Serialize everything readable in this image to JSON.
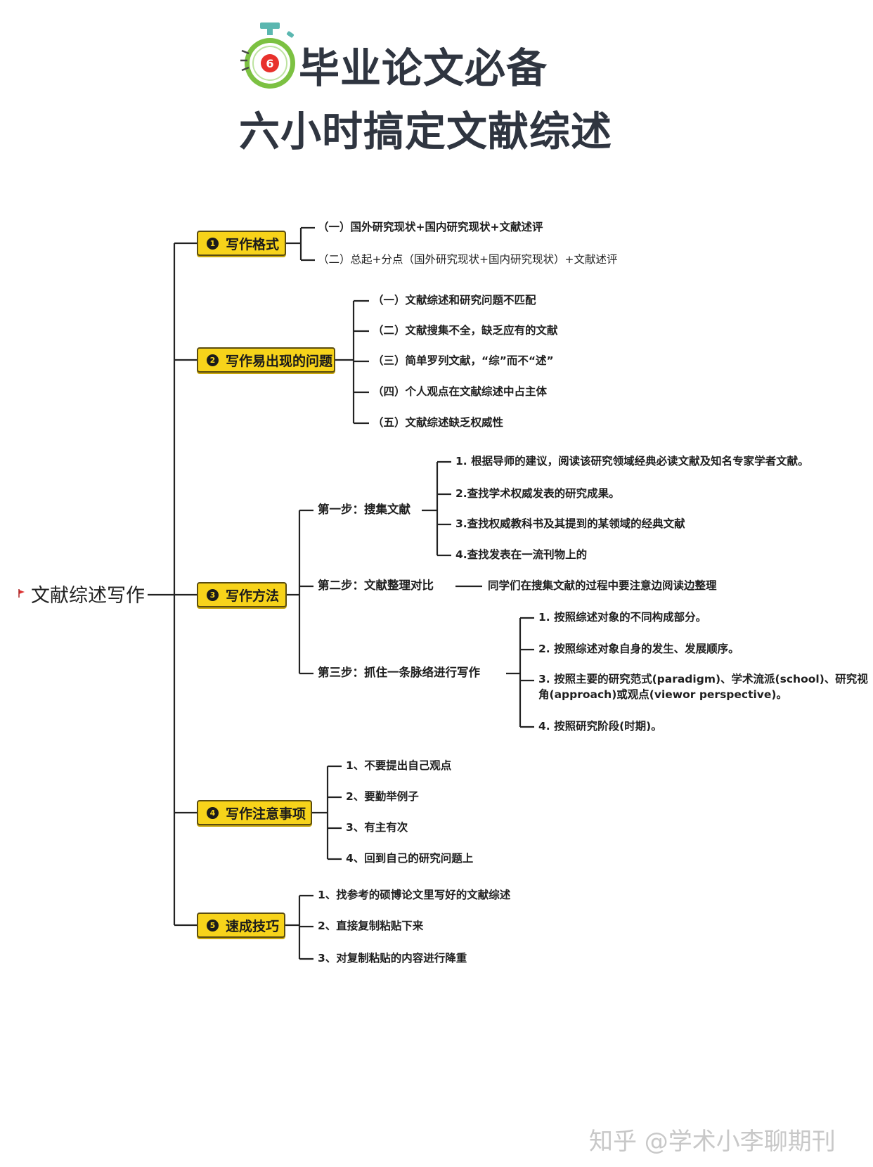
{
  "title": {
    "badge_number": "6",
    "line1": "毕业论文必备",
    "line2": "六小时搞定文献综述"
  },
  "root": "文献综述写作",
  "categories": [
    {
      "num": "1",
      "label": "写作格式",
      "items": [
        "（一）国外研究现状+国内研究现状+文献述评",
        "（二）总起+分点（国外研究现状+国内研究现状）+文献述评"
      ]
    },
    {
      "num": "2",
      "label": "写作易出现的问题",
      "items": [
        "（一）文献综述和研究问题不匹配",
        "（二）文献搜集不全，缺乏应有的文献",
        "（三）简单罗列文献，“综”而不“述”",
        "（四）个人观点在文献综述中占主体",
        "（五）文献综述缺乏权威性"
      ]
    },
    {
      "num": "3",
      "label": "写作方法",
      "steps": [
        {
          "label": "第一步：搜集文献",
          "items": [
            "1. 根据导师的建议，阅读该研究领域经典必读文献及知名专家学者文献。",
            "2.查找学术权威发表的研究成果。",
            "3.查找权威教科书及其提到的某领域的经典文献",
            "4.查找发表在一流刊物上的"
          ]
        },
        {
          "label": "第二步：文献整理对比",
          "note": "同学们在搜集文献的过程中要注意边阅读边整理"
        },
        {
          "label": "第三步：抓住一条脉络进行写作",
          "items": [
            "1. 按照综述对象的不同构成部分。",
            "2. 按照综述对象自身的发生、发展顺序。",
            "3. 按照主要的研究范式(paradigm)、学术流派(school)、研究视角(approach)或观点(viewor perspective)。",
            "4. 按照研究阶段(时期)。"
          ]
        }
      ]
    },
    {
      "num": "4",
      "label": "写作注意事项",
      "items": [
        "1、不要提出自己观点",
        "2、要勤举例子",
        "3、有主有次",
        "4、回到自己的研究问题上"
      ]
    },
    {
      "num": "5",
      "label": "速成技巧",
      "items": [
        "1、找参考的硕博论文里写好的文献综述",
        "2、直接复制粘贴下来",
        "3、对复制粘贴的内容进行降重"
      ]
    }
  ],
  "watermark": "知乎 @学术小李聊期刊",
  "colors": {
    "category_fill": "#f7d31a",
    "title_text": "#2f3540",
    "clock_green": "#7cc142",
    "clock_red": "#e8312c"
  }
}
